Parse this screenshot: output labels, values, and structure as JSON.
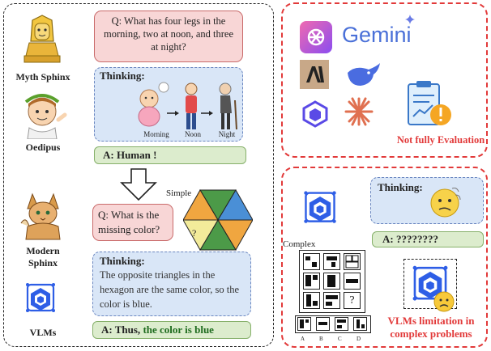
{
  "left": {
    "myth_label": "Myth Sphinx",
    "oedipus_label": "Oedipus",
    "modern_label": "Modern\nSphinx",
    "vlms_label": "VLMs",
    "riddle_question": "Q: What has four legs in the morning, two at noon, and three at night?",
    "thinking_label_1": "Thinking:",
    "stages": [
      "Morning",
      "Noon",
      "Night"
    ],
    "answer_1": "A: Human !",
    "simple_label": "Simple",
    "color_question": "Q: What is the missing color?",
    "hex_question_mark": "?",
    "thinking_label_2": "Thinking:",
    "thinking_text_2": "The opposite triangles in the hexagon are the same color, so the color is blue.",
    "answer_2_prefix": "A: Thus, ",
    "answer_2_rest": "the color is blue"
  },
  "top_right": {
    "gemini_label": "Gemini",
    "not_fully": "Not fully Evaluation"
  },
  "bottom_right": {
    "complex_label": "Complex",
    "matrix_question_mark": "?",
    "option_letters": [
      "A",
      "B",
      "C",
      "D"
    ],
    "thinking_label": "Thinking:",
    "answer": "A: ????????",
    "limitation": "VLMs limitation in complex problems"
  },
  "colors": {
    "red": "#e23a3a",
    "question_bg": "#f8d6d6",
    "thinking_bg": "#d9e6f7",
    "answer_bg": "#dceccd",
    "answer_green": "#1e6b1e",
    "hex_green": "#4c9a48",
    "hex_orange": "#f0a640",
    "hex_blue": "#4a8fd6",
    "hex_yellow": "#f3eb9a",
    "hex_brown": "#a06a3c",
    "vlm_blue": "#2e5ee6"
  }
}
